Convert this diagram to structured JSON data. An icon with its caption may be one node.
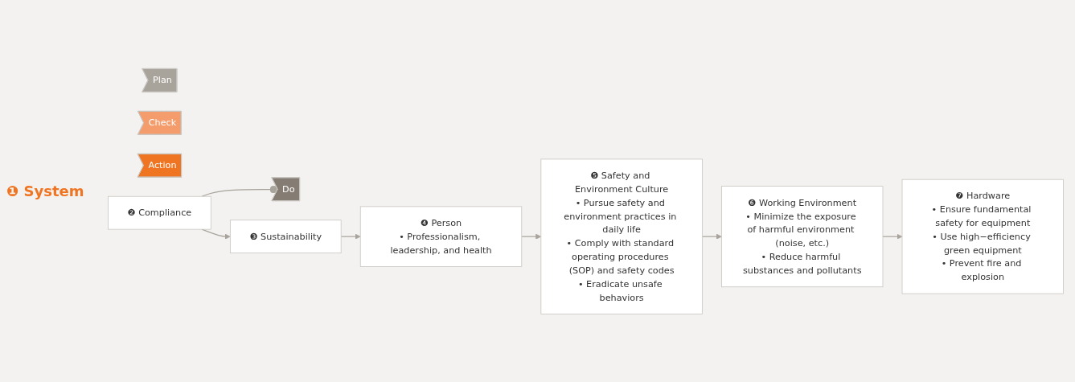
{
  "diagram": {
    "nodes": [
      {
        "text": [
          "Plan"
        ]
      },
      {
        "text": [
          "Do"
        ]
      },
      {
        "text": [
          "Check"
        ]
      },
      {
        "text": [
          "Action"
        ]
      },
      {
        "text": [
          "❷ Compliance"
        ]
      },
      {
        "text": [
          "❸ Sustainability"
        ]
      },
      {
        "text": [
          "❹ Person",
          "• Professionalism, leadership, and health"
        ]
      },
      {
        "text": [
          "❺ Safety and Environment Culture",
          "• Pursue safety and environment practices in daily life",
          "• Comply with standard operating procedures (SOP) and safety codes",
          "• Eradicate unsafe behaviors"
        ]
      },
      {
        "text": [
          "❻ Working Environment",
          "• Minimize the exposure of harmful environment (noise, etc.)",
          "• Reduce harmful substances and pollutants"
        ]
      },
      {
        "text": [
          "❼ Hardware",
          "• Ensure fundamental safety for equipment",
          "• Use high−efficiency green equipment",
          "• Prevent fire and explosion"
        ]
      }
    ],
    "edges": [
      {
        "from": 1,
        "to": 4,
        "arrow": "other"
      },
      {
        "from": 4,
        "to": 5,
        "arrow": "to"
      },
      {
        "from": 5,
        "to": 6,
        "arrow": "to"
      },
      {
        "from": 6,
        "to": 7,
        "arrow": "to"
      },
      {
        "from": 7,
        "to": 8,
        "arrow": "to"
      },
      {
        "from": 8,
        "to": 9,
        "arrow": "to"
      }
    ],
    "labels": [
      "❶ System"
    ]
  }
}
